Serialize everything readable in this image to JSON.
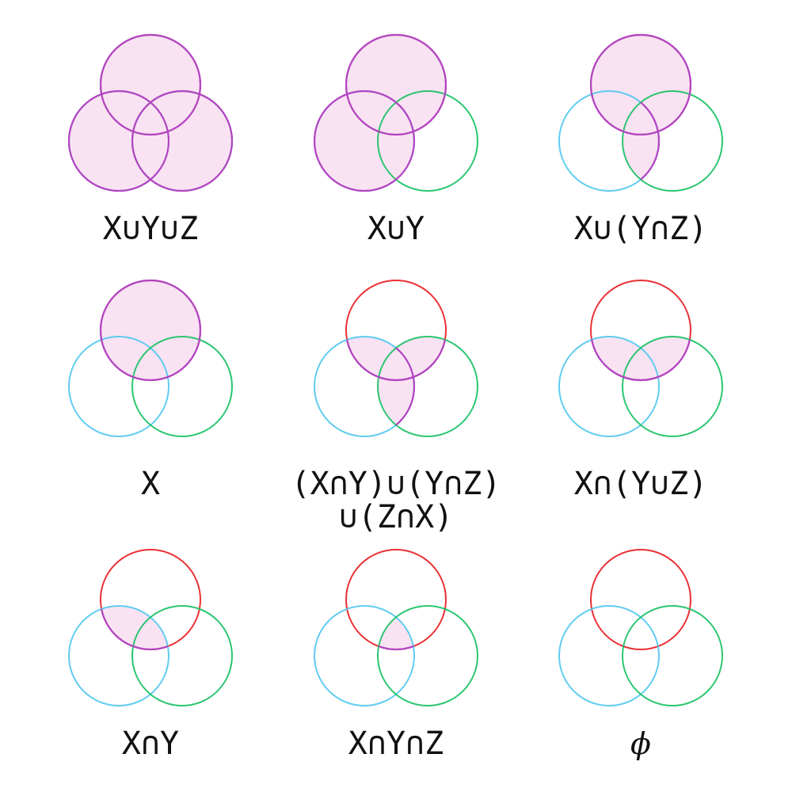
{
  "colors": {
    "x_outline": "#e8191e",
    "y_outline": "#4fc6ee",
    "z_outline": "#15c062",
    "shade_fill": "#f9e3f3",
    "shade_outline": "#b246c2"
  },
  "panels": [
    {
      "id": "union-all",
      "label_lines": [
        "X∪Y∪Z"
      ],
      "regions": [
        "X",
        "Y",
        "Z"
      ]
    },
    {
      "id": "union-xy",
      "label_lines": [
        "X∪Y"
      ],
      "regions": [
        "X",
        "Y"
      ]
    },
    {
      "id": "x-union-yz",
      "label_lines": [
        "X∪(Y∩Z)"
      ],
      "regions": [
        "X",
        "YZ"
      ]
    },
    {
      "id": "x-only",
      "label_lines": [
        "X"
      ],
      "regions": [
        "X"
      ]
    },
    {
      "id": "pairwise",
      "label_lines": [
        "(X∩Y)∪(Y∩Z)",
        "∪(Z∩X)"
      ],
      "regions": [
        "XY",
        "YZ",
        "XZ"
      ]
    },
    {
      "id": "x-inter-yz",
      "label_lines": [
        "X∩(Y∪Z)"
      ],
      "regions": [
        "XY",
        "XZ"
      ]
    },
    {
      "id": "x-inter-y",
      "label_lines": [
        "X∩Y"
      ],
      "regions": [
        "XY"
      ]
    },
    {
      "id": "x-inter-y-inter-z",
      "label_lines": [
        "X∩Y∩Z"
      ],
      "regions": [
        "XYZ"
      ]
    },
    {
      "id": "empty-set",
      "label_lines": [
        "ϕ"
      ],
      "regions": []
    }
  ]
}
